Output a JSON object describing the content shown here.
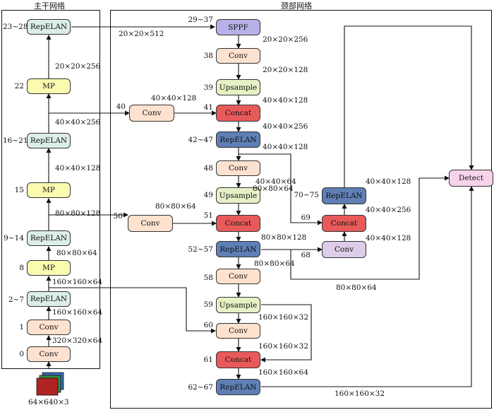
{
  "titles": {
    "backbone": "主干网络",
    "neck": "颈部网络"
  },
  "input_label": "64×640×3",
  "backbone": {
    "n_0": {
      "idx": "0",
      "text": "Conv"
    },
    "n_1": {
      "idx": "1",
      "text": "Conv"
    },
    "n_2": {
      "idx": "2~7",
      "text": "RepELAN"
    },
    "n_8": {
      "idx": "8",
      "text": "MP"
    },
    "n_9": {
      "idx": "9~14",
      "text": "RepELAN"
    },
    "n_15": {
      "idx": "15",
      "text": "MP"
    },
    "n_16": {
      "idx": "16~21",
      "text": "RepELAN"
    },
    "n_22": {
      "idx": "22",
      "text": "MP"
    },
    "n_23": {
      "idx": "23~28",
      "text": "RepELAN"
    }
  },
  "backbone_dims": {
    "d_320": "320×320×64",
    "d_160a": "160×160×64",
    "d_160b": "160×160×64",
    "d_80a": "80×80×64",
    "d_80b": "80×80×128",
    "d_40a": "40×40×128",
    "d_40b": "40×40×256",
    "d_20": "20×20×256"
  },
  "neck": {
    "n_29": {
      "idx": "29~37",
      "text": "SPPF"
    },
    "n_38": {
      "idx": "38",
      "text": "Conv"
    },
    "n_39": {
      "idx": "39",
      "text": "Upsample"
    },
    "n_40": {
      "idx": "40",
      "text": "Conv"
    },
    "n_41": {
      "idx": "41",
      "text": "Concat"
    },
    "n_42": {
      "idx": "42~47",
      "text": "RepELAN"
    },
    "n_48": {
      "idx": "48",
      "text": "Conv"
    },
    "n_49": {
      "idx": "49",
      "text": "Upsample"
    },
    "n_50": {
      "idx": "50",
      "text": "Conv"
    },
    "n_51": {
      "idx": "51",
      "text": "Concat"
    },
    "n_52": {
      "idx": "52~57",
      "text": "RepELAN"
    },
    "n_58": {
      "idx": "58",
      "text": "Conv"
    },
    "n_59": {
      "idx": "59",
      "text": "Upsample"
    },
    "n_60": {
      "idx": "60",
      "text": "Conv"
    },
    "n_61": {
      "idx": "61",
      "text": "Concat"
    },
    "n_62": {
      "idx": "62~67",
      "text": "RepELAN"
    },
    "n_68": {
      "idx": "68",
      "text": "Conv"
    },
    "n_69": {
      "idx": "69",
      "text": "Concat"
    },
    "n_70": {
      "idx": "70~75",
      "text": "RepELAN"
    },
    "n_det": {
      "idx": "",
      "text": "Detect"
    }
  },
  "neck_dims": {
    "d_sppf_in": "20×20×512",
    "d_sppf_out": "20×20×256",
    "d_conv38_out": "20×20×128",
    "d_ups39_out": "40×40×128",
    "d_conv40_out": "40×40×128",
    "d_cat41_out": "40×40×256",
    "d_rep42_out": "40×40×128",
    "d_conv48_out": "40×40×64",
    "d_ups49_out": "80×80×64",
    "d_conv50_out": "80×80×64",
    "d_cat51_out": "80×80×128",
    "d_rep52_out": "80×80×64",
    "d_rep52_det": "80×80×64",
    "d_ups59_out": "160×160×32",
    "d_conv60_out": "160×160×32",
    "d_cat61_out": "160×160×64",
    "d_rep62_det": "160×160×32",
    "d_conv68_out": "40×40×128",
    "d_cat69_out": "40×40×256",
    "d_rep70_out": "40×40×128"
  }
}
